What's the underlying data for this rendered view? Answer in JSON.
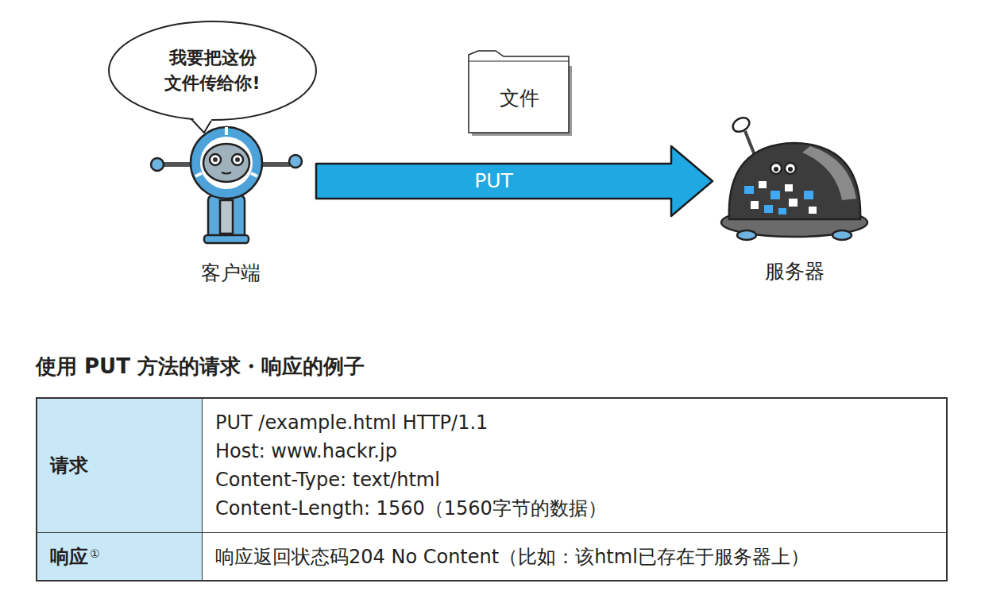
{
  "diagram": {
    "title": "使用 PUT 方法的请求・响应的例子",
    "nodes": [
      {
        "text": [
          "我要把这份 文件传给你!"
        ]
      },
      {
        "text": [
          "客户端"
        ]
      },
      {
        "text": [
          "文件"
        ]
      },
      {
        "text": [
          "服务器"
        ]
      }
    ],
    "edges": [
      {
        "from": 1,
        "to": 3,
        "label": "PUT",
        "arrow": "to"
      }
    ],
    "labels": [
      "请求",
      "PUT /example.html HTTP/1.1",
      "Host: www.hackr.jp",
      "Content-Type: text/html",
      "Content-Length: 1560（1560字节的数据）",
      "响应",
      "①",
      "响应返回状态码204 No Content（比如：该html已存在于服务器上）"
    ]
  }
}
